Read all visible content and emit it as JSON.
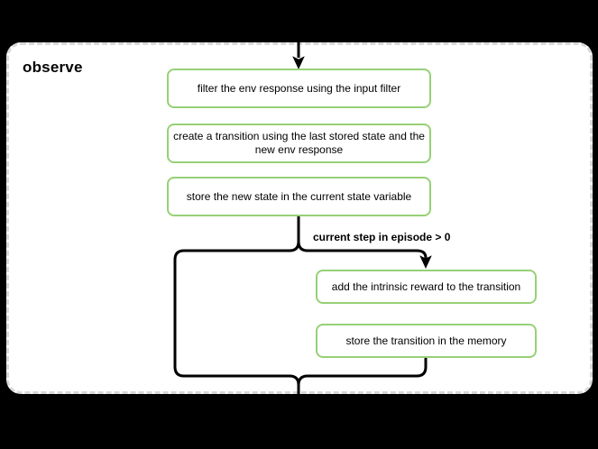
{
  "diagram": {
    "group": {
      "label": "observe"
    },
    "nodes": [
      {
        "id": "filter-env-response",
        "label": "filter the env response using the input filter"
      },
      {
        "id": "create-transition",
        "label": "create a transition using the last stored state and the new env response"
      },
      {
        "id": "store-new-state",
        "label": "store the new state in the current state variable"
      },
      {
        "id": "add-intrinsic-reward",
        "label": "add the intrinsic reward to the transition"
      },
      {
        "id": "store-transition-memory",
        "label": "store the transition in the memory"
      }
    ],
    "condition": {
      "label": "current step in episode > 0",
      "applies_to_edge": "store-new-state -> add-intrinsic-reward"
    },
    "edges": [
      {
        "from": "outside-top",
        "to": "filter-env-response",
        "arrow": true
      },
      {
        "from": "store-new-state",
        "to": "add-intrinsic-reward",
        "arrow": true,
        "branch": "right-conditional"
      },
      {
        "from": "store-new-state",
        "to": "outside-bottom",
        "arrow": false,
        "branch": "left-bypass"
      },
      {
        "from": "store-transition-memory",
        "to": "outside-bottom",
        "arrow": false
      }
    ],
    "colors": {
      "background": "#000000",
      "container_fill": "#ffffff",
      "container_border": "#d9d9d9",
      "node_border": "#97d077",
      "node_fill": "#ffffff",
      "flow_line": "#000000",
      "text": "#000000"
    }
  }
}
